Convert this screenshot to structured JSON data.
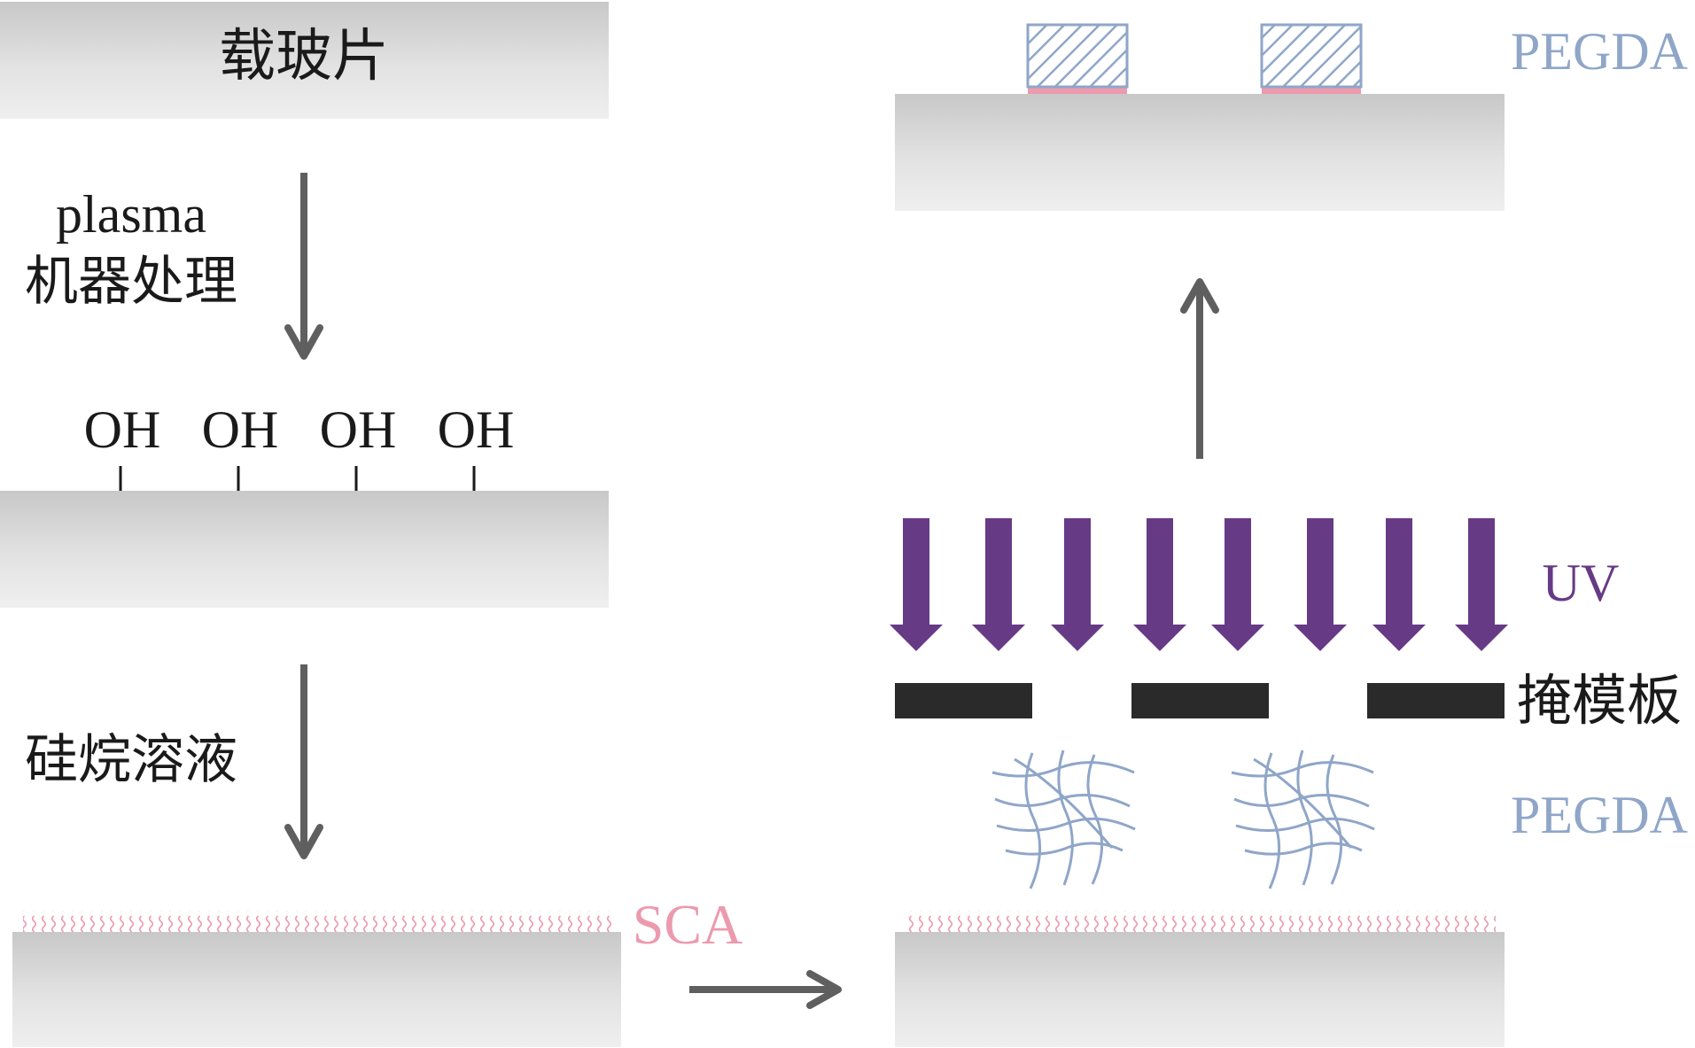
{
  "labels": {
    "slide": "载玻片",
    "plasma": "plasma",
    "plasma_treatment": "机器处理",
    "oh": [
      "OH",
      "OH",
      "OH",
      "OH"
    ],
    "silane_solution": "硅烷溶液",
    "sca": "SCA",
    "uv": "UV",
    "mask": "掩模板",
    "pegda_top": "PEGDA",
    "pegda_bottom": "PEGDA"
  },
  "colors": {
    "slide_dark": "#c9c9c9",
    "slide_light": "#ededed",
    "arrow_gray": "#5f5f5f",
    "uv_purple": "#673a85",
    "mask_black": "#2a2a2a",
    "pegda_blue": "#8fa6c8",
    "sca_pink": "#ec9aae",
    "text_black": "#1a1a1a"
  },
  "icons": {
    "process_arrow": "arrow-icon",
    "uv_arrow": "uv-arrow-icon",
    "polymer_network": "pegda-network-icon",
    "hatched_block": "hatched-pegda-block-icon"
  }
}
